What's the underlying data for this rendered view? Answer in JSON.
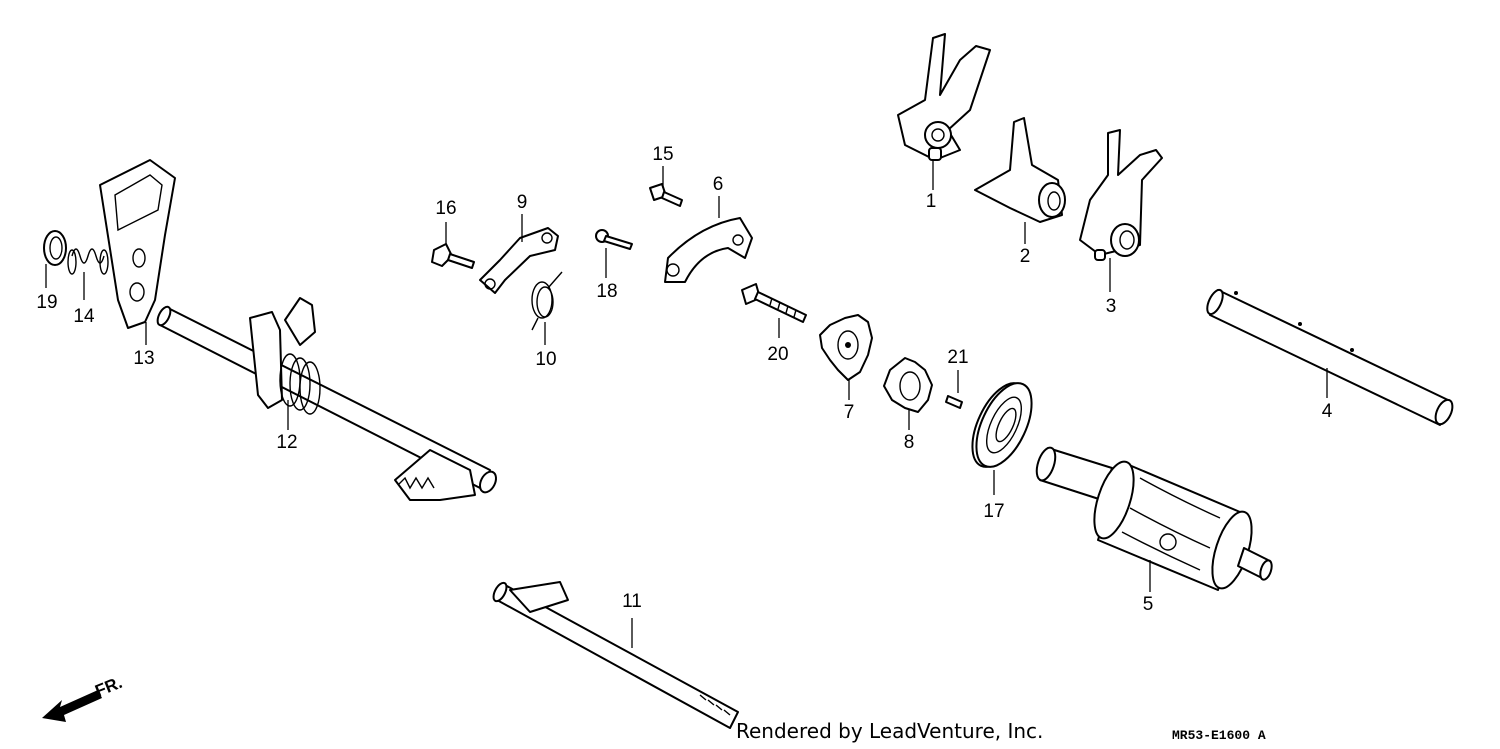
{
  "callouts": [
    "1",
    "2",
    "3",
    "4",
    "5",
    "6",
    "7",
    "8",
    "9",
    "10",
    "11",
    "12",
    "13",
    "14",
    "15",
    "16",
    "17",
    "18",
    "19",
    "20",
    "21"
  ],
  "direction": {
    "label": "FR.",
    "icon": "front-arrow-icon"
  },
  "credit": "Rendered by LeadVenture, Inc.",
  "diagram_code": "MR53-E1600 A",
  "colors": {
    "line": "#000000",
    "background": "#ffffff"
  }
}
